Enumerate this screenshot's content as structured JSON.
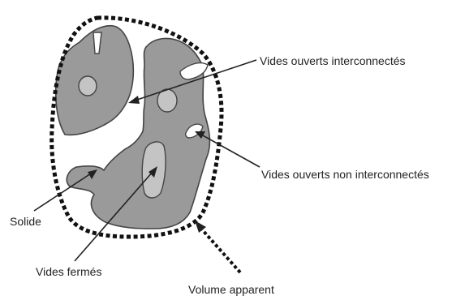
{
  "labels": {
    "interconnected": "Vides ouverts interconnectés",
    "non_interconnected": "Vides ouverts non interconnectés",
    "solid": "Solide",
    "closed_voids": "Vides fermés",
    "apparent_volume": "Volume apparent"
  },
  "colors": {
    "solid": "#9a9a9a",
    "closed_void": "#c4c4c4",
    "outline": "#111111"
  }
}
